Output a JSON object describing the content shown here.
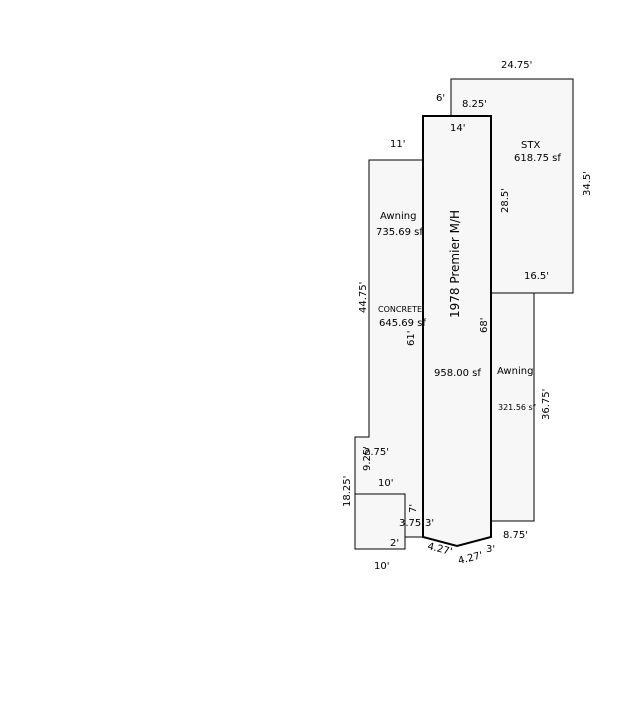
{
  "areas": {
    "stx": {
      "name": "STX",
      "area": "618.75 sf"
    },
    "awning_left": {
      "name": "Awning",
      "area": "735.69 sf"
    },
    "concrete": {
      "name": "CONCRETE",
      "area": "645.69 sf"
    },
    "mobile_home": {
      "name": "1978 Premier M/H",
      "area": "958.00 sf"
    },
    "awning_right": {
      "name": "Awning",
      "area": "321.56 sf"
    }
  },
  "dimensions": {
    "stx_top": "24.75'",
    "stx_right": "34.5'",
    "stx_left": "28.5'",
    "stx_bottom": "16.5'",
    "stx_step": "6'",
    "stx_inner_top": "8.25'",
    "mh_top": "14'",
    "mh_length": "68'",
    "awning_top": "11'",
    "awning_side": "44.75'",
    "concrete_side": "61'",
    "awning_right_side": "36.75'",
    "awning_right_bottom": "8.75'",
    "step_left": "2.75'",
    "step_drop": "9.25'",
    "room_side": "18.25'",
    "room_top": "10'",
    "room_bottom": "10'",
    "room_right": "7'",
    "notch_a": "3.75'",
    "notch_b": "3'",
    "notch_c": "2'",
    "tip_left": "4.27'",
    "tip_right": "4.27'",
    "tip_end": "3'"
  }
}
